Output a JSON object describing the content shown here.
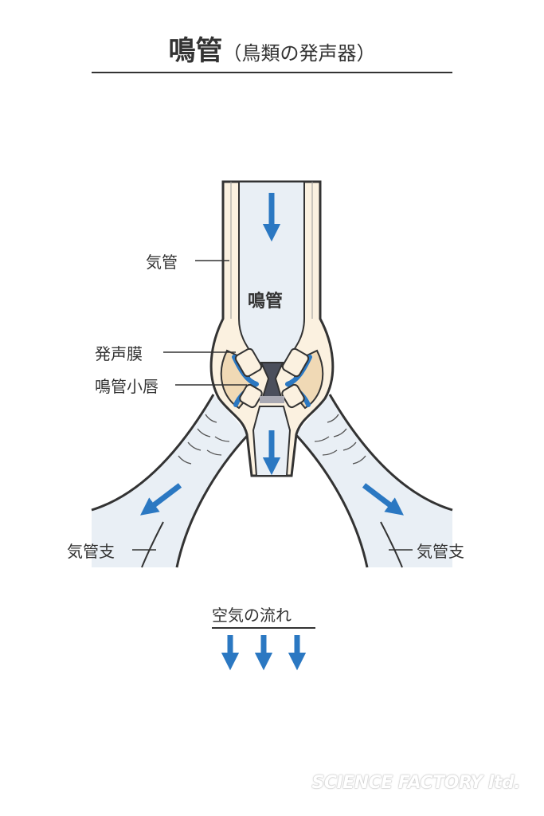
{
  "title": {
    "main": "鳴管",
    "sub": "（鳥類の発声器）"
  },
  "labels": {
    "trachea": "気管",
    "syrinx": "鳴管",
    "membrane": "発声膜",
    "labium": "鳴管小唇",
    "bronchus_left": "気管支",
    "bronchus_right": "気管支"
  },
  "legend": {
    "text": "空気の流れ"
  },
  "watermark": "SCIENCE FACTORY ltd.",
  "colors": {
    "arrow": "#2b78c2",
    "air": "#e9eff5",
    "tissue": "#fbf1e0",
    "muscle": "#f0d9b5",
    "outline": "#333333"
  }
}
